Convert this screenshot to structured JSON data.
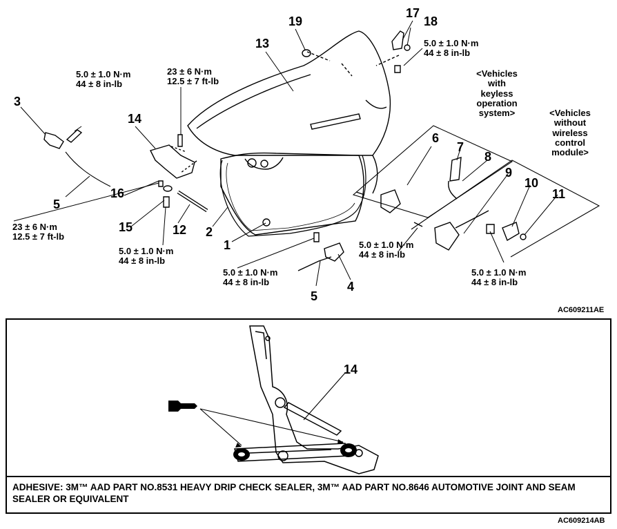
{
  "upper_diagram": {
    "part_numbers": {
      "p1": "1",
      "p2": "2",
      "p3": "3",
      "p4": "4",
      "p5a": "5",
      "p5b": "5",
      "p6": "6",
      "p7": "7",
      "p8": "8",
      "p9": "9",
      "p10": "10",
      "p11": "11",
      "p12": "12",
      "p13": "13",
      "p14": "14",
      "p15": "15",
      "p16": "16",
      "p17": "17",
      "p18": "18",
      "p19": "19"
    },
    "torque_specs": {
      "t_lock_top": [
        "5.0 ± 1.0 N·m",
        "44 ± 8 in-lb"
      ],
      "t_hinge_top": [
        "23 ± 6 N·m",
        "12.5 ± 7 ft-lb"
      ],
      "t_hinge_low": [
        "23 ± 6 N·m",
        "12.5 ± 7 ft-lb"
      ],
      "t_bolt_15": [
        "5.0 ± 1.0 N·m",
        "44 ± 8 in-lb"
      ],
      "t_bolt_4": [
        "5.0 ± 1.0 N·m",
        "44 ± 8 in-lb"
      ],
      "t_bolt_9": [
        "5.0 ± 1.0 N·m",
        "44 ± 8 in-lb"
      ],
      "t_bolt_10": [
        "5.0 ± 1.0 N·m",
        "44 ± 8 in-lb"
      ],
      "t_bolt_18": [
        "5.0 ± 1.0 N·m",
        "44 ± 8 in-lb"
      ]
    },
    "notes": {
      "keyless": [
        "<Vehicles",
        "with",
        "keyless",
        "operation",
        "system>"
      ],
      "wireless": [
        "<Vehicles",
        "without",
        "wireless",
        "control",
        "module>"
      ]
    },
    "figure_code": "AC609211AE"
  },
  "lower_diagram": {
    "part_number": "14",
    "adhesive_note": "ADHESIVE: 3M™ AAD PART NO.8531 HEAVY DRIP CHECK SEALER, 3M™ AAD PART NO.8646 AUTOMOTIVE JOINT AND SEAM SEALER OR EQUIVALENT",
    "figure_code": "AC609214AB"
  }
}
